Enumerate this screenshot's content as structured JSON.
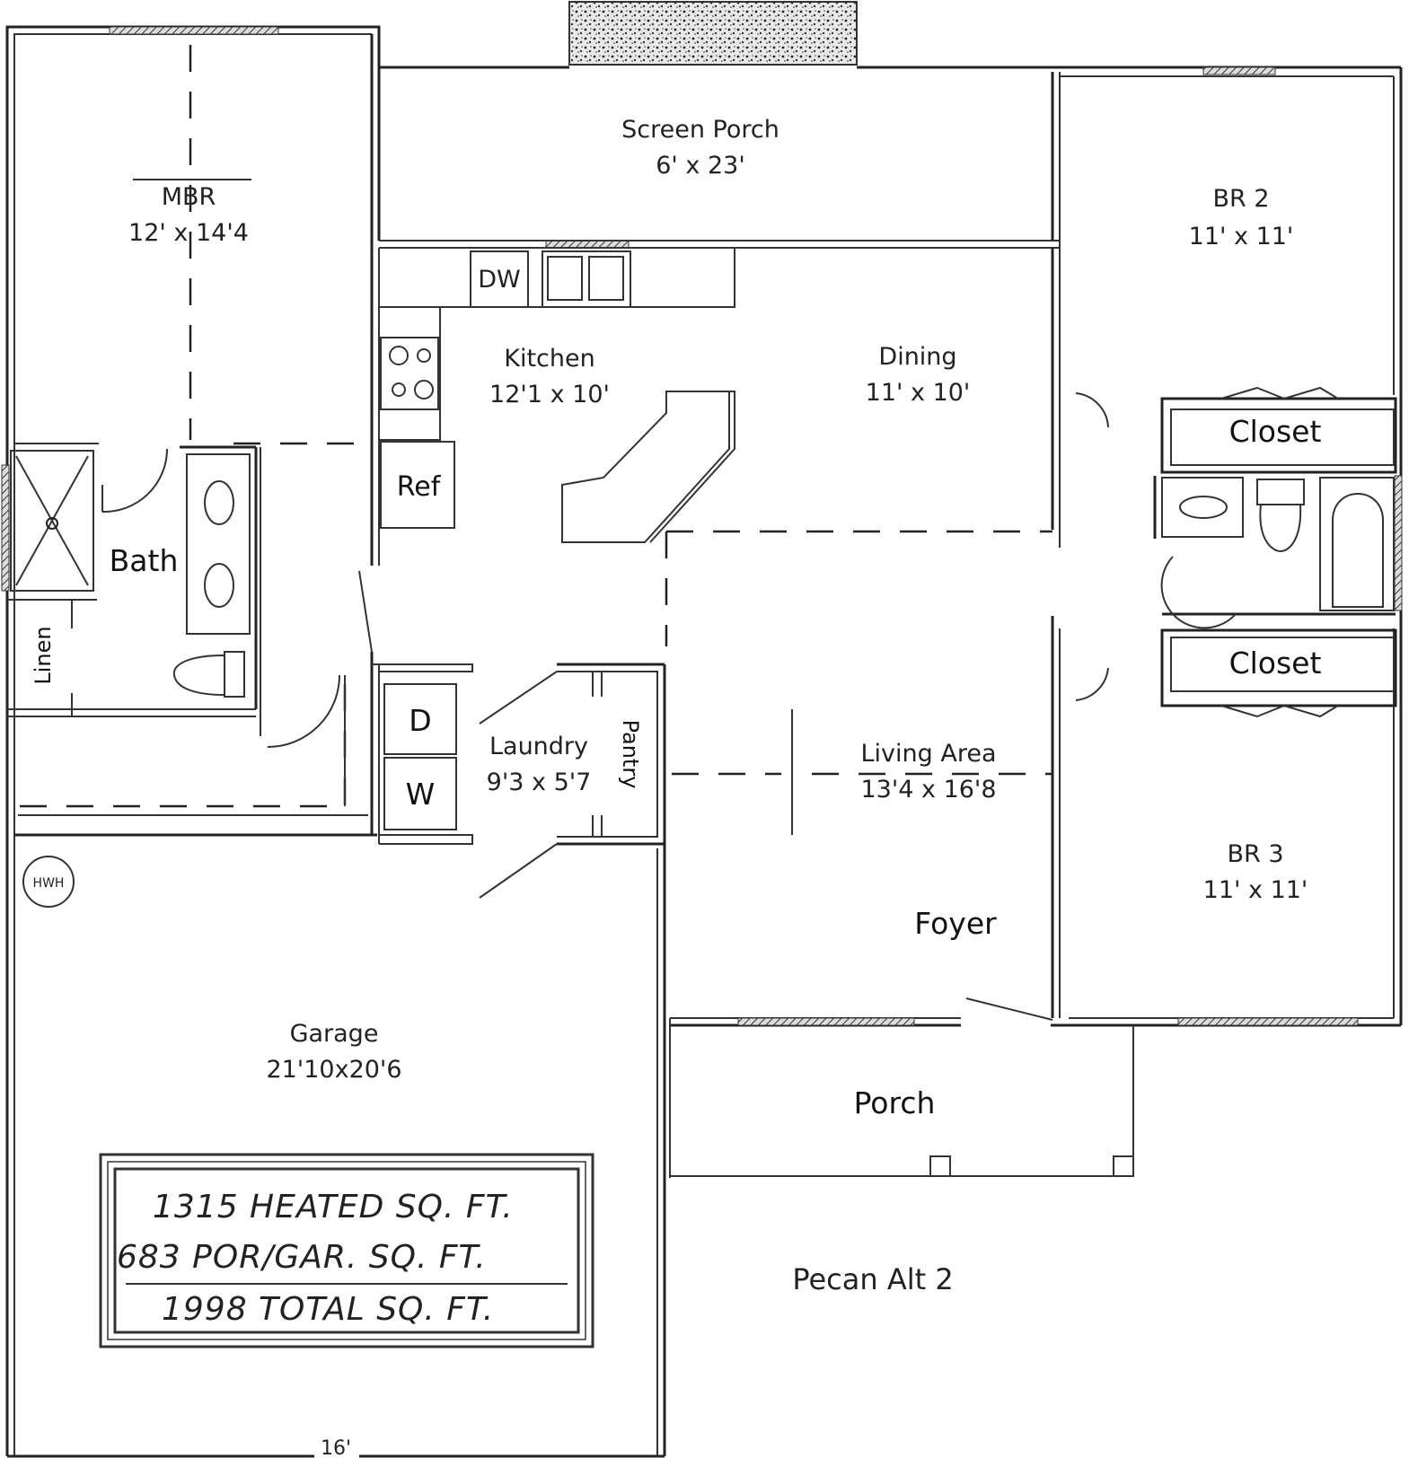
{
  "plan_name": "Pecan Alt 2",
  "rooms": {
    "screen_porch": {
      "name": "Screen Porch",
      "dim": "6' x 23'"
    },
    "mbr": {
      "name": "MBR",
      "dim": "12' x 14'4"
    },
    "br2": {
      "name": "BR 2",
      "dim": "11' x 11'"
    },
    "kitchen": {
      "name": "Kitchen",
      "dim": "12'1 x 10'"
    },
    "dining": {
      "name": "Dining",
      "dim": "11' x 10'"
    },
    "bath": {
      "name": "Bath"
    },
    "linen": {
      "name": "Linen"
    },
    "closet_upper": {
      "name": "Closet"
    },
    "closet_lower": {
      "name": "Closet"
    },
    "laundry": {
      "name": "Laundry",
      "dim": "9'3 x 5'7"
    },
    "pantry": {
      "name": "Pantry"
    },
    "living": {
      "name": "Living Area",
      "dim": "13'4 x 16'8"
    },
    "br3": {
      "name": "BR 3",
      "dim": "11'  x  11'"
    },
    "foyer": {
      "name": "Foyer"
    },
    "garage": {
      "name": "Garage",
      "dim": "21'10x20'6"
    },
    "porch": {
      "name": "Porch"
    }
  },
  "fixtures": {
    "dishwasher": "DW",
    "refrigerator": "Ref",
    "dryer": "D",
    "washer": "W",
    "water_heater": "HWH"
  },
  "dimension_note": "16'",
  "sqft_box": {
    "heated": "1315 HEATED SQ. FT.",
    "por_gar": "683 POR/GAR. SQ. FT.",
    "total": "1998 TOTAL SQ. FT."
  }
}
